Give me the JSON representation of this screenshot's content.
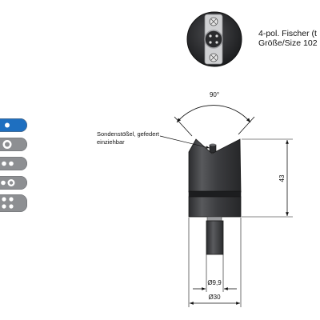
{
  "connector": {
    "line1": "4-pol. Fischer (t",
    "line2": "Größe/Size 102"
  },
  "probe": {
    "line1": "Sondenstößel, gefedert",
    "line2": "einziehbar"
  },
  "dimensions": {
    "angle": "90°",
    "height": "43",
    "pin_diameter": "Ø9,9",
    "body_diameter": "Ø30"
  },
  "variant_selector": {
    "active_index": 0,
    "items": [
      {
        "icon": "single-dot-icon"
      },
      {
        "icon": "ring-dot-icon"
      },
      {
        "icon": "two-dots-icon"
      },
      {
        "icon": "dot-ring-icon"
      },
      {
        "icon": "four-dots-icon"
      }
    ]
  },
  "colors": {
    "accent": "#1e6fc0",
    "selector_gray": "#8d8f92",
    "body_dark": "#3f4144",
    "line": "#111111"
  }
}
